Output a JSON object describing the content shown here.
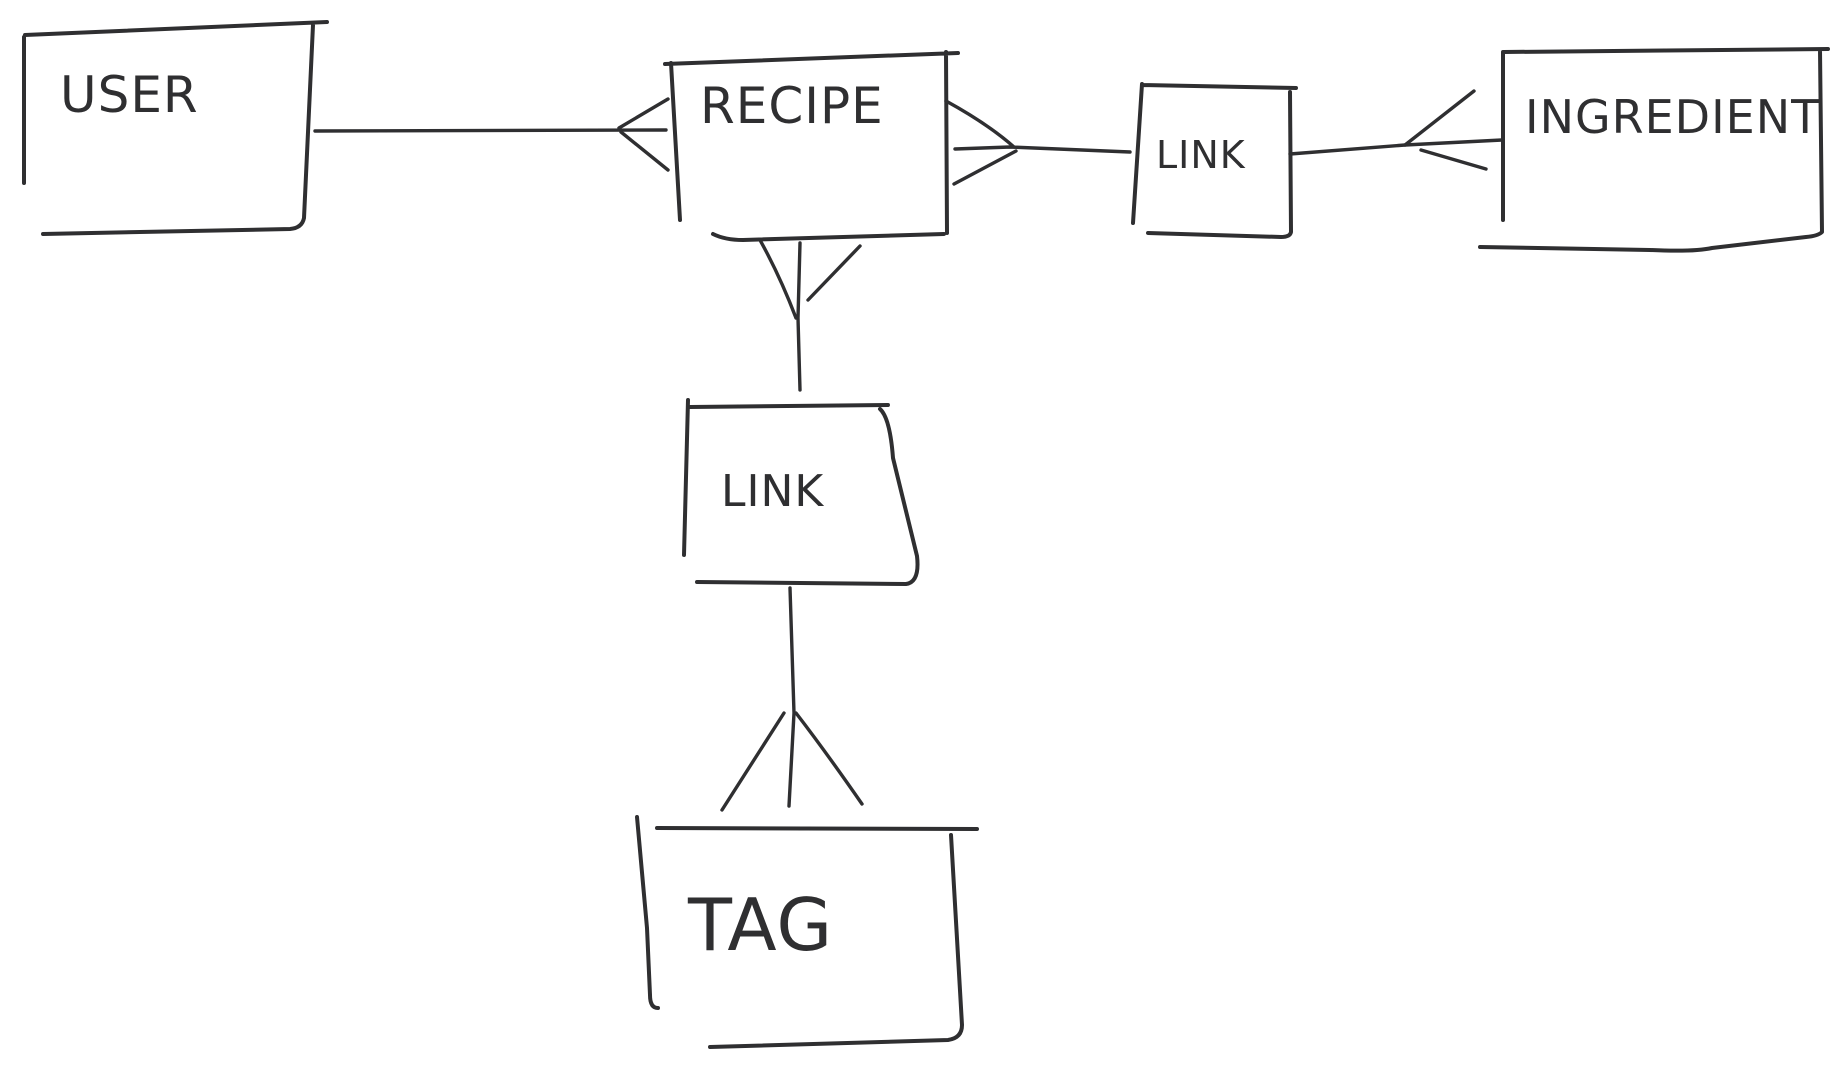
{
  "colors": {
    "ink": "#2f2f31",
    "background": "#ffffff"
  },
  "entities": {
    "user": {
      "label": "USER"
    },
    "recipe": {
      "label": "RECIPE"
    },
    "link_recipe_ingredient": {
      "label": "LINK"
    },
    "ingredient": {
      "label": "INGREDIENT"
    },
    "link_recipe_tag": {
      "label": "LINK"
    },
    "tag": {
      "label": "TAG"
    }
  },
  "relationships": [
    {
      "from": "user",
      "to": "recipe",
      "from_cardinality": "one",
      "to_cardinality": "many"
    },
    {
      "from": "recipe",
      "to": "link_recipe_ingredient",
      "from_cardinality": "many",
      "to_cardinality": "one"
    },
    {
      "from": "link_recipe_ingredient",
      "to": "ingredient",
      "from_cardinality": "one",
      "to_cardinality": "many"
    },
    {
      "from": "recipe",
      "to": "link_recipe_tag",
      "from_cardinality": "many",
      "to_cardinality": "one"
    },
    {
      "from": "link_recipe_tag",
      "to": "tag",
      "from_cardinality": "one",
      "to_cardinality": "many"
    }
  ]
}
